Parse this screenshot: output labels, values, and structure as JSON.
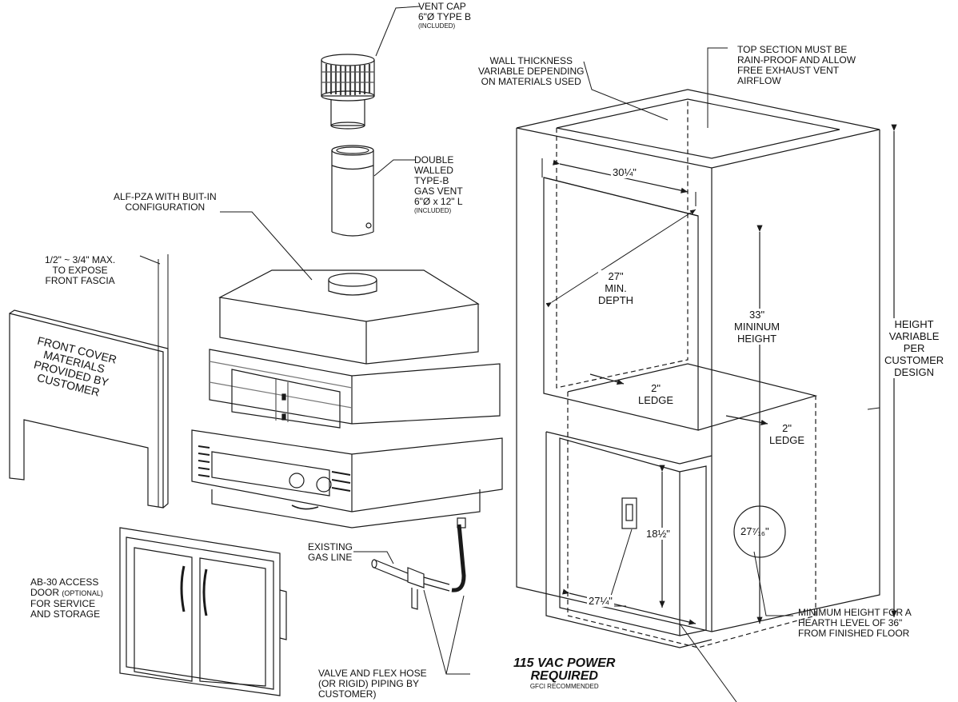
{
  "labels": {
    "vent_cap": {
      "lines": [
        "VENT CAP",
        "6\"Ø TYPE B"
      ],
      "note": "(INCLUDED)"
    },
    "gas_vent": {
      "lines": [
        "DOUBLE",
        "WALLED",
        "TYPE-B",
        "GAS VENT",
        "6\"Ø x 12\" L"
      ],
      "note": "(INCLUDED)"
    },
    "oven_config": {
      "lines": [
        "ALF-PZA WITH BUIT-IN",
        "CONFIGURATION"
      ]
    },
    "fascia": {
      "lines": [
        "1/2\" ~ 3/4\" MAX.",
        "TO EXPOSE",
        "FRONT FASCIA"
      ]
    },
    "front_cover": {
      "lines": [
        "FRONT COVER",
        "MATERIALS",
        "PROVIDED BY",
        "CUSTOMER"
      ]
    },
    "access_door": {
      "lines": [
        "AB-30 ACCESS",
        "DOOR",
        "FOR SERVICE",
        "AND STORAGE"
      ],
      "optional": "(OPTIONAL)"
    },
    "gas_line": {
      "lines": [
        "EXISTING",
        "GAS LINE"
      ]
    },
    "valve_hose": {
      "lines": [
        "VALVE AND FLEX HOSE",
        "(OR RIGID) PIPING BY",
        "CUSTOMER)"
      ]
    },
    "power": {
      "main": [
        "115 VAC POWER",
        "REQUIRED"
      ],
      "note": "GFCI  RECOMMENDED"
    },
    "wall_thickness": {
      "lines": [
        "WALL THICKNESS",
        "VARIABLE DEPENDING",
        "ON MATERIALS USED"
      ]
    },
    "top_section": {
      "lines": [
        "TOP SECTION MUST BE",
        "RAIN-PROOF AND ALLOW",
        "FREE EXHAUST VENT",
        "AIRFLOW"
      ]
    },
    "height_variable": {
      "lines": [
        "HEIGHT",
        "VARIABLE",
        "PER",
        "CUSTOMER",
        "DESIGN"
      ]
    },
    "min_depth": {
      "value": "27\"",
      "lines": [
        "MIN.",
        "DEPTH"
      ]
    },
    "min_height": {
      "value": "33\"",
      "lines": [
        "MININUM",
        "HEIGHT"
      ]
    },
    "ledge_upper": {
      "value": "2\"",
      "label": "LEDGE"
    },
    "ledge_lower": {
      "value": "2\"",
      "label": "LEDGE"
    },
    "hearth_note": {
      "lines": [
        "MINIMUM HEIGHT FOR A",
        "HEARTH LEVEL OF 36\"",
        "FROM FINISHED FLOOR"
      ]
    }
  },
  "dimensions": {
    "top_width": "30¼\"",
    "bottom_width": "27¼\"",
    "bottom_height": "18½\"",
    "hearth_height": "27⁷⁄₁₆\""
  },
  "colors": {
    "line": "#1a1a1a",
    "paper": "#ffffff",
    "shade": "#9a9a9a"
  }
}
